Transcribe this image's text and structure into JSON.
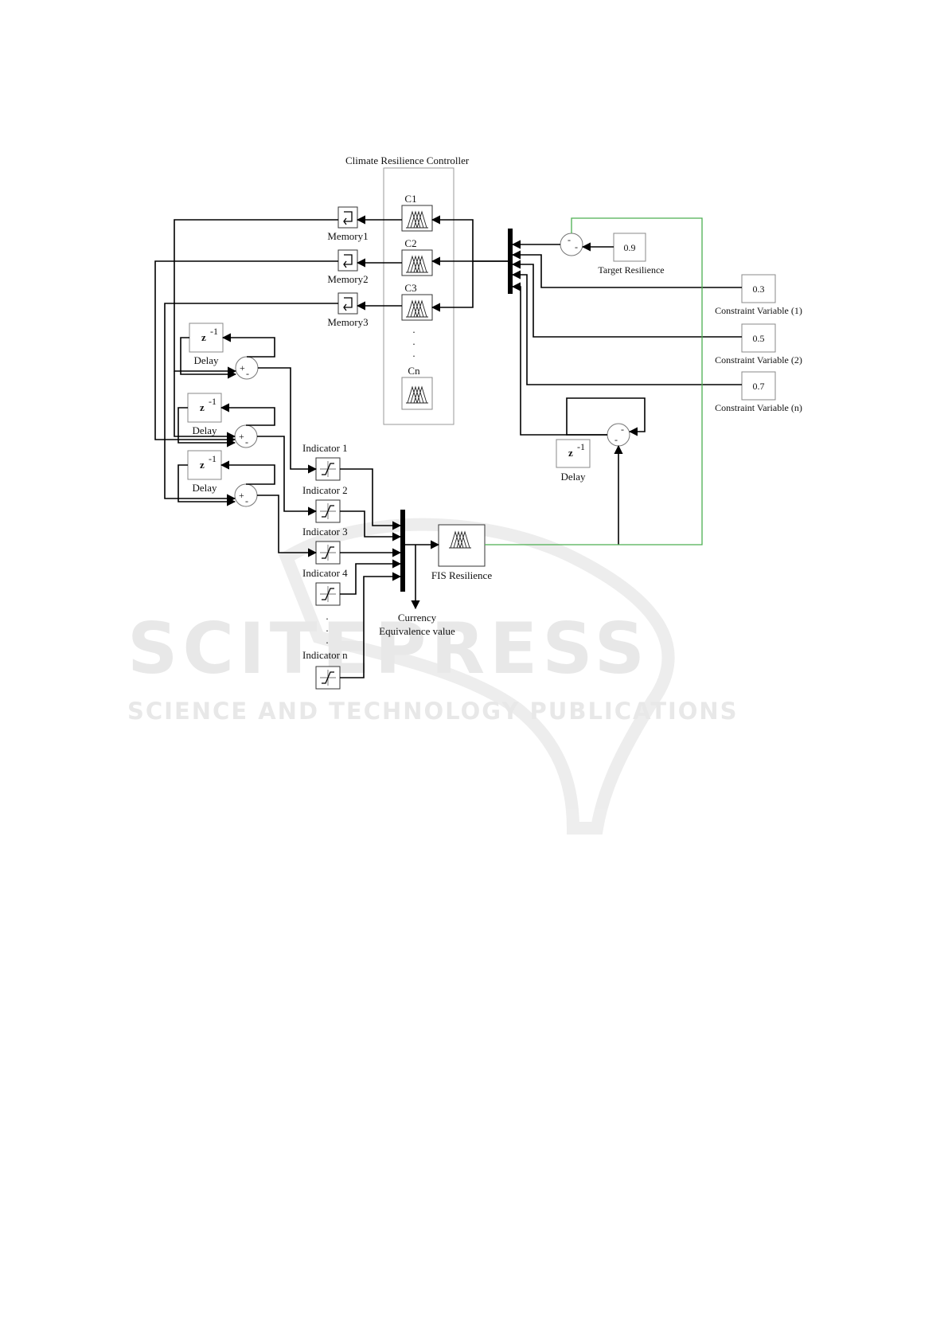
{
  "watermark": {
    "line1": "SCITEPRESS",
    "line2": "SCIENCE AND TECHNOLOGY PUBLICATIONS"
  },
  "controller": {
    "title": "Climate Resilience Controller",
    "blocks": [
      "C1",
      "C2",
      "C3",
      "Cn"
    ],
    "dots": ".",
    "memory": [
      "Memory1",
      "Memory2",
      "Memory3"
    ],
    "delay_label": "Delay",
    "delay_symbol": "z",
    "delay_exp": "-1"
  },
  "indicators": [
    "Indicator 1",
    "Indicator 2",
    "Indicator 3",
    "Indicator 4",
    "Indicator n"
  ],
  "inputs": {
    "target_value": "0.9",
    "target_label": "Target Resilience",
    "constraints": [
      {
        "value": "0.3",
        "label": "Constraint Variable (1)"
      },
      {
        "value": "0.5",
        "label": "Constraint Variable (2)"
      },
      {
        "value": "0.7",
        "label": "Constraint Variable (n)"
      }
    ]
  },
  "fis": {
    "label": "FIS Resilience"
  },
  "output": {
    "line1": "Currency",
    "line2": "Equivalence value"
  },
  "sum_signs": {
    "minus": "-",
    "plus": "+"
  }
}
